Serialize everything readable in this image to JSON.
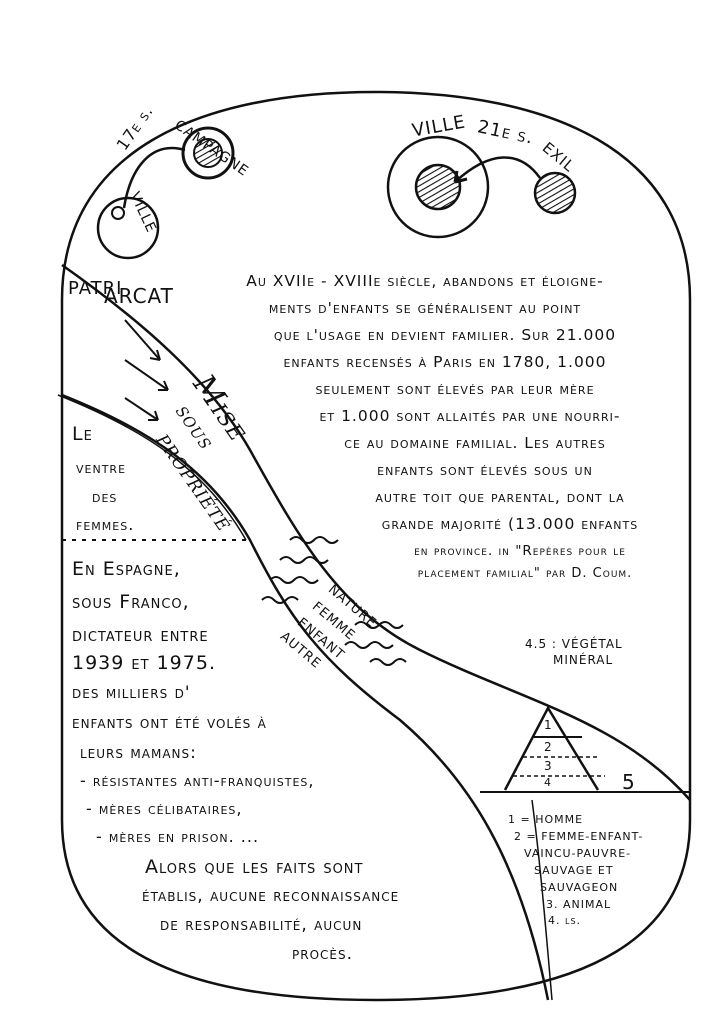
{
  "top_left": {
    "century": "17e s.",
    "campagne": "CAMPAGNE",
    "ville": "VILLE"
  },
  "top_right": {
    "ville": "VILLE",
    "century": "21e s.",
    "exil": "EXIL"
  },
  "patriarcat": {
    "patri": "PATRI",
    "arcat": "ARCAT"
  },
  "band": {
    "mise": "Mise",
    "sous": "sous",
    "propriete": "propriété"
  },
  "ventre": [
    "Le",
    "ventre",
    "des",
    "femmes."
  ],
  "main_text": [
    "Au XVIIe - XVIIIe siècle, abandons et éloigne-",
    "ments d'enfants se généralisent au point",
    "que l'usage en devient familier. Sur 21.000",
    "enfants recensés à Paris en 1780, 1.000",
    "seulement sont élevés par leur mère",
    "et 1.000 sont allaités par une nourri-",
    "ce au domaine familial. Les autres",
    "enfants sont élevés sous un",
    "autre toit que parental, dont la",
    "grande majorité (13.000 enfants",
    "en province. in \"Repères pour le",
    "placement familial\" par D. Coum."
  ],
  "nature_labels": [
    "NATURE",
    "FEMME",
    "ENFANT",
    "AUTRE"
  ],
  "vegetal_note": [
    "4.5 : VÉGÉTAL",
    "MINÉRAL"
  ],
  "pyramid": {
    "levels": [
      "1",
      "2",
      "3",
      "4"
    ],
    "base": "5"
  },
  "legend": [
    "1 = HOMME",
    "2 = FEMME-ENFANT-",
    "VAINCU-PAUVRE-",
    "SAUVAGE ET",
    "SAUVAGEON",
    "3. ANIMAL",
    "4. ls."
  ],
  "espagne_text": [
    "En Espagne,",
    "sous Franco,",
    "dictateur entre",
    "1939   et 1975.",
    "des milliers d'",
    "enfants ont été volés à",
    "leurs mamans:",
    "- résistantes anti-franquistes,",
    "- mères célibataires,",
    "- mères en prison. ..."
  ],
  "conclusion": [
    "Alors que les faits sont",
    "établis, aucune reconnaissance",
    "de responsabilité, aucun",
    "procès."
  ]
}
